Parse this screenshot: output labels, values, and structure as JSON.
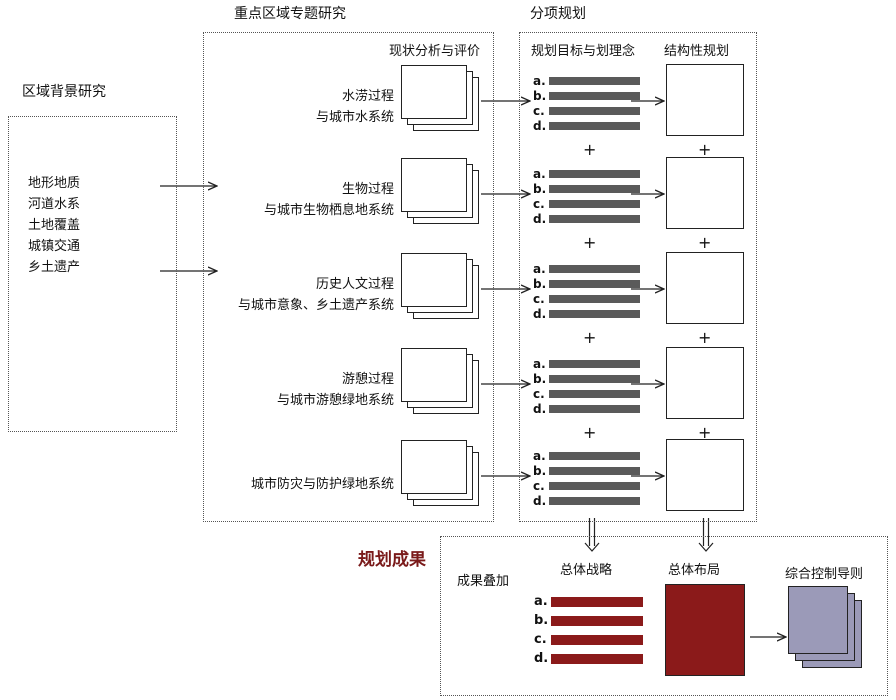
{
  "labels": {
    "regional_background": "区域背景研究",
    "key_area_study": "重点区域专题研究",
    "status_analysis": "现状分析与评价",
    "sub_planning": "分项规划",
    "planning_goals": "规划目标与划理念",
    "structural_planning": "结构性规划",
    "planning_results": "规划成果",
    "results_overlay": "成果叠加",
    "overall_strategy": "总体战略",
    "overall_layout": "总体布局",
    "comprehensive_guidelines": "综合控制导则"
  },
  "background_items": [
    "地形地质",
    "河道水系",
    "土地覆盖",
    "城镇交通",
    "乡土遗产"
  ],
  "topics": [
    {
      "line1": "水涝过程",
      "line2": "与城市水系统"
    },
    {
      "line1": "生物过程",
      "line2": "与城市生物栖息地系统"
    },
    {
      "line1": "历史人文过程",
      "line2": "与城市意象、乡土遗产系统"
    },
    {
      "line1": "游憩过程",
      "line2": "与城市游憩绿地系统"
    },
    {
      "line1": "",
      "line2": "城市防灾与防护绿地系统"
    }
  ],
  "letters": [
    "a.",
    "b.",
    "c.",
    "d."
  ],
  "plus_sign": "+",
  "colors": {
    "accent_red": "#8b1a1a",
    "title_red": "#7a1a1a",
    "gray_bar": "#5a5a5a",
    "lavender": "#9b9ab8"
  }
}
